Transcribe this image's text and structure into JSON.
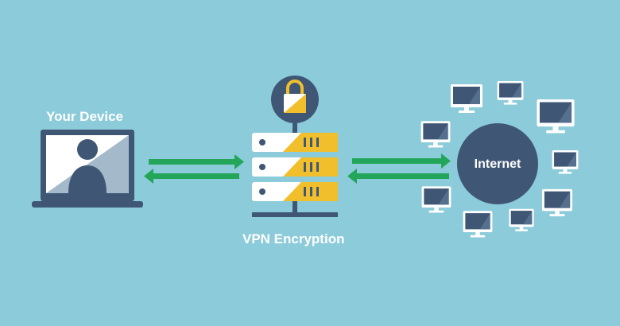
{
  "labels": {
    "device": "Your Device",
    "vpn": "VPN Encryption",
    "internet": "Internet"
  },
  "icons": {
    "device": "laptop-user-icon",
    "lock": "padlock-icon",
    "server": "server-stack-icon",
    "arrows": "bidirectional-arrows-icon",
    "monitors": "monitor-icon"
  },
  "colors": {
    "background": "#8ccbd9",
    "navy": "#3f5775",
    "arrow_green": "#23a65a",
    "accent_yellow": "#f2bf2c",
    "white": "#ffffff"
  }
}
